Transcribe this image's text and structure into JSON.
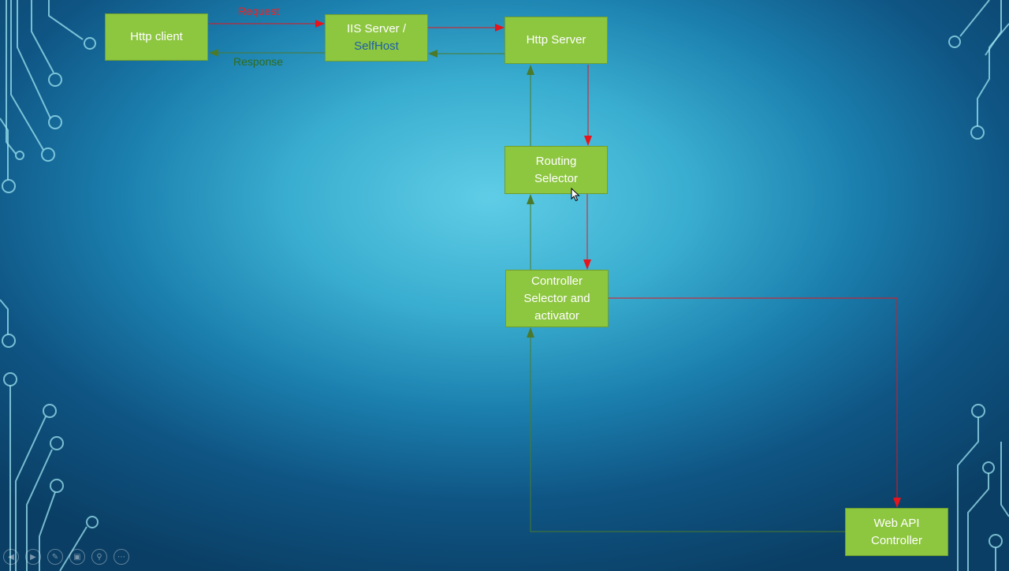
{
  "nodes": {
    "http_client": "Http client",
    "iis_server_line1": "IIS Server /",
    "iis_server_line2": "SelfHost",
    "http_server": "Http Server",
    "routing_selector_line1": "Routing",
    "routing_selector_line2": "Selector",
    "controller_selector_line1": "Controller",
    "controller_selector_line2": "Selector and",
    "controller_selector_line3": "activator",
    "web_api_controller_line1": "Web API",
    "web_api_controller_line2": "Controller"
  },
  "edge_labels": {
    "request": "Request",
    "response": "Response"
  },
  "colors": {
    "box_fill": "#8dc63f",
    "request_arrow": "#e8141b",
    "response_arrow": "#4a7a2a",
    "selfhost_text": "#1f5fa8"
  },
  "player_controls": [
    "previous-icon",
    "play-icon",
    "pen-icon",
    "slides-icon",
    "zoom-icon",
    "more-icon"
  ]
}
